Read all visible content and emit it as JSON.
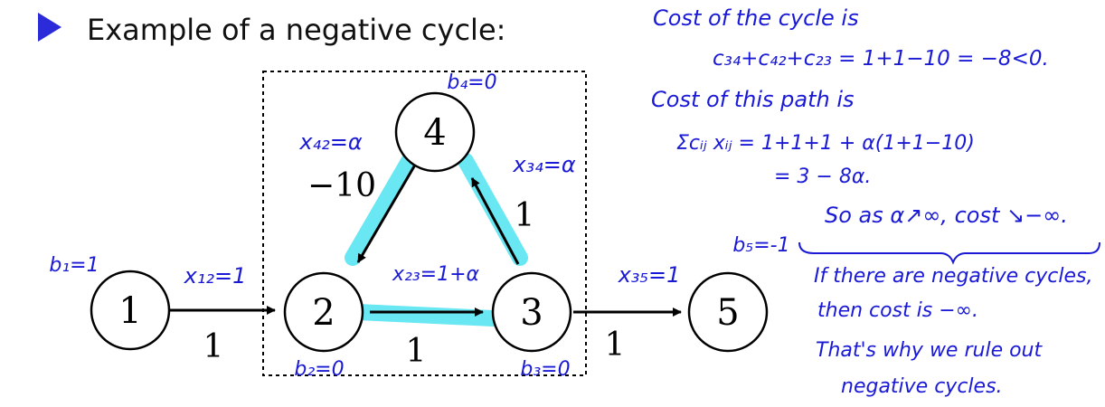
{
  "title": "Example of a negative cycle:",
  "colors": {
    "ink": "#000000",
    "annotation": "#1a1ad6",
    "highlight": "#4fe3f0",
    "bullet": "#2b2bd9"
  },
  "nodes": [
    {
      "id": "1",
      "label": "1",
      "supply": "b₁=1"
    },
    {
      "id": "2",
      "label": "2",
      "supply": "b₂=0"
    },
    {
      "id": "3",
      "label": "3",
      "supply": "b₃=0"
    },
    {
      "id": "4",
      "label": "4",
      "supply": "b₄=0"
    },
    {
      "id": "5",
      "label": "5",
      "supply": "b₅=-1"
    }
  ],
  "edges": [
    {
      "from": "1",
      "to": "2",
      "cost": "1",
      "flow": "x₁₂=1"
    },
    {
      "from": "2",
      "to": "3",
      "cost": "1",
      "flow": "x₂₃=1+α"
    },
    {
      "from": "3",
      "to": "4",
      "cost": "1",
      "flow": "x₃₄=α"
    },
    {
      "from": "4",
      "to": "2",
      "cost": "−10",
      "flow": "x₄₂=α"
    },
    {
      "from": "3",
      "to": "5",
      "cost": "1",
      "flow": "x₃₅=1"
    }
  ],
  "notes": {
    "cycle_cost_label": "Cost of the cycle is",
    "cycle_cost_formula": "c₃₄+c₄₂+c₂₃ = 1+1−10 = −8<0.",
    "path_cost_label": "Cost of this path is",
    "path_cost_formula": "Σcᵢⱼ xᵢⱼ = 1+1+1 + α(1+1−10)",
    "path_cost_result": "= 3 − 8α.",
    "limit": "So as α↗∞, cost ↘−∞.",
    "conclusion_1": "If there are negative cycles,",
    "conclusion_2": "then cost is −∞.",
    "conclusion_3": "That's why we rule out",
    "conclusion_4": "negative cycles."
  }
}
